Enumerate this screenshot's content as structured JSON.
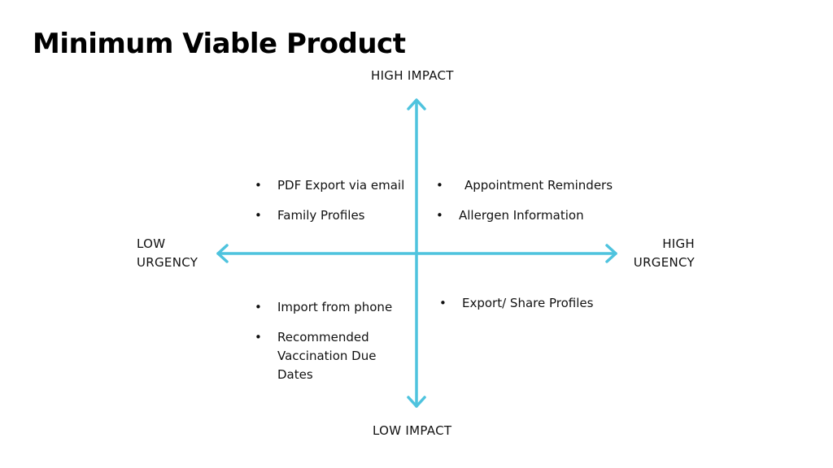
{
  "title": "Minimum Viable Product",
  "axes": {
    "top": "HIGH IMPACT",
    "bottom": "LOW IMPACT",
    "left": [
      "LOW",
      "URGENCY"
    ],
    "right": [
      "HIGH",
      "URGENCY"
    ],
    "color": "#4EC3DE"
  },
  "quadrants": {
    "high_impact_low_urgency": [
      "PDF Export via email",
      "Family Profiles"
    ],
    "high_impact_high_urgency": [
      "Appointment Reminders",
      "Allergen Information"
    ],
    "low_impact_low_urgency": [
      "Import from phone",
      "Recommended Vaccination Due Dates"
    ],
    "low_impact_high_urgency": [
      "Export/ Share Profiles"
    ]
  }
}
